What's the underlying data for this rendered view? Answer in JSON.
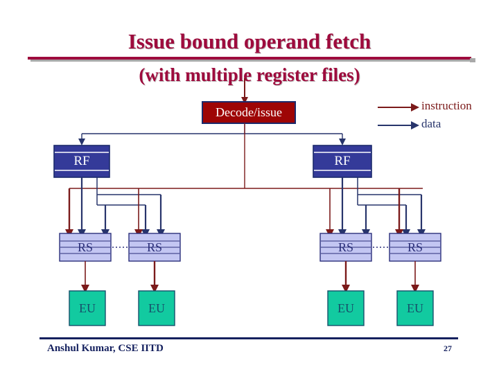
{
  "slide": {
    "title_line1": "Issue bound operand fetch",
    "title_line2": "(with multiple register files)",
    "title_color": "#9e0b3d"
  },
  "legend": {
    "items": [
      {
        "label": "instruction",
        "color": "#7b1a1a",
        "icon": "arrow-right-icon"
      },
      {
        "label": "data",
        "color": "#27346b",
        "icon": "arrow-right-icon"
      }
    ]
  },
  "diagram": {
    "decode": {
      "label": "Decode/issue",
      "fill": "#9e0505",
      "stroke": "#1b2a6b",
      "text_color": "#ffffff"
    },
    "register_files": [
      {
        "label": "RF",
        "fill": "#343a99",
        "stroke": "#1b2a6b",
        "text_color": "#ffffff"
      },
      {
        "label": "RF",
        "fill": "#343a99",
        "stroke": "#1b2a6b",
        "text_color": "#ffffff"
      }
    ],
    "reservation_stations": [
      {
        "label": "RS",
        "fill": "#c3c6f2",
        "stroke": "#2b2f7a",
        "text_color": "#2b2f7a"
      },
      {
        "label": "RS",
        "fill": "#c3c6f2",
        "stroke": "#2b2f7a",
        "text_color": "#2b2f7a"
      },
      {
        "label": "RS",
        "fill": "#c3c6f2",
        "stroke": "#2b2f7a",
        "text_color": "#2b2f7a"
      },
      {
        "label": "RS",
        "fill": "#c3c6f2",
        "stroke": "#2b2f7a",
        "text_color": "#2b2f7a"
      }
    ],
    "execution_units": [
      {
        "label": "EU",
        "fill": "#12caa0",
        "stroke": "#17506b",
        "text_color": "#17506b"
      },
      {
        "label": "EU",
        "fill": "#12caa0",
        "stroke": "#17506b",
        "text_color": "#17506b"
      },
      {
        "label": "EU",
        "fill": "#12caa0",
        "stroke": "#17506b",
        "text_color": "#17506b"
      },
      {
        "label": "EU",
        "fill": "#12caa0",
        "stroke": "#17506b",
        "text_color": "#17506b"
      }
    ],
    "instruction_color": "#7b1a1a",
    "data_color": "#27346b"
  },
  "footer": {
    "author": "Anshul Kumar, CSE IITD",
    "page_number": "27"
  }
}
